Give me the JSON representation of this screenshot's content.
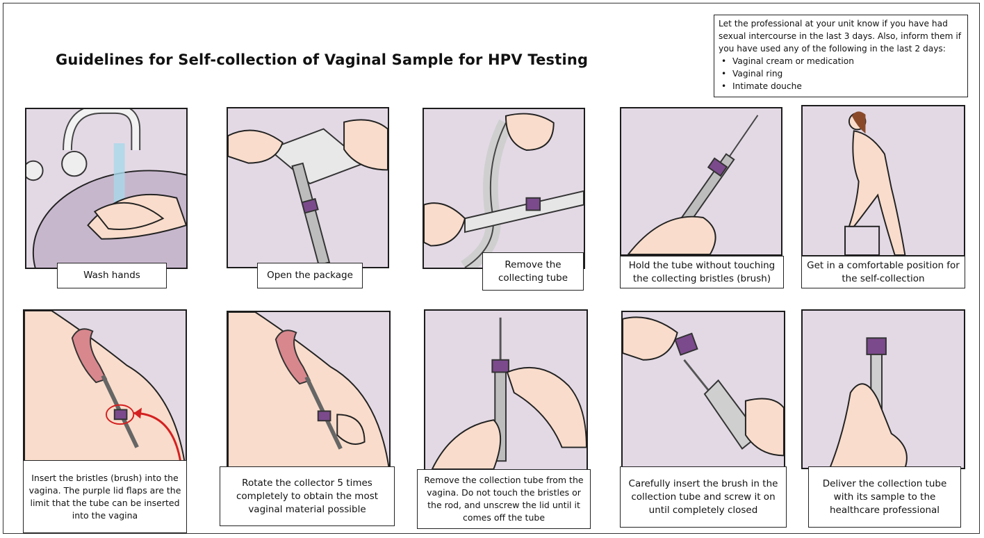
{
  "title": "Guidelines  for Self-collection of Vaginal Sample for HPV Testing",
  "notice": {
    "intro": "Let the professional at your unit know if you have had sexual intercourse in the last 3 days. Also, inform them if you have used any of the following in the last 2 days:",
    "items": [
      "Vaginal cream or medication",
      "Vaginal ring",
      "Intimate douche"
    ]
  },
  "steps": [
    {
      "caption": "Wash hands"
    },
    {
      "caption": "Open the package"
    },
    {
      "caption": "Remove the collecting tube"
    },
    {
      "caption": "Hold the tube without touching the collecting bristles (brush)"
    },
    {
      "caption": "Get in a comfortable position for the self-collection"
    },
    {
      "caption": "Insert the bristles (brush) into the vagina. The purple lid flaps are the limit that the tube can be inserted into the vagina"
    },
    {
      "caption": "Rotate the collector 5 times completely to obtain the most vaginal material possible"
    },
    {
      "caption": "Remove the collection tube from the vagina. Do not touch the bristles or the rod, and unscrew the lid until it comes off the tube"
    },
    {
      "caption": "Carefully insert the brush in the collection tube and screw it on until completely closed"
    },
    {
      "caption": "Deliver the collection tube with its sample to the healthcare professional"
    }
  ],
  "colors": {
    "panel_bg": "#e3d9e5",
    "skin": "#f9dccb",
    "lid": "#7b4a8c",
    "tube": "#9a9a9a",
    "highlight": "#d42020"
  }
}
